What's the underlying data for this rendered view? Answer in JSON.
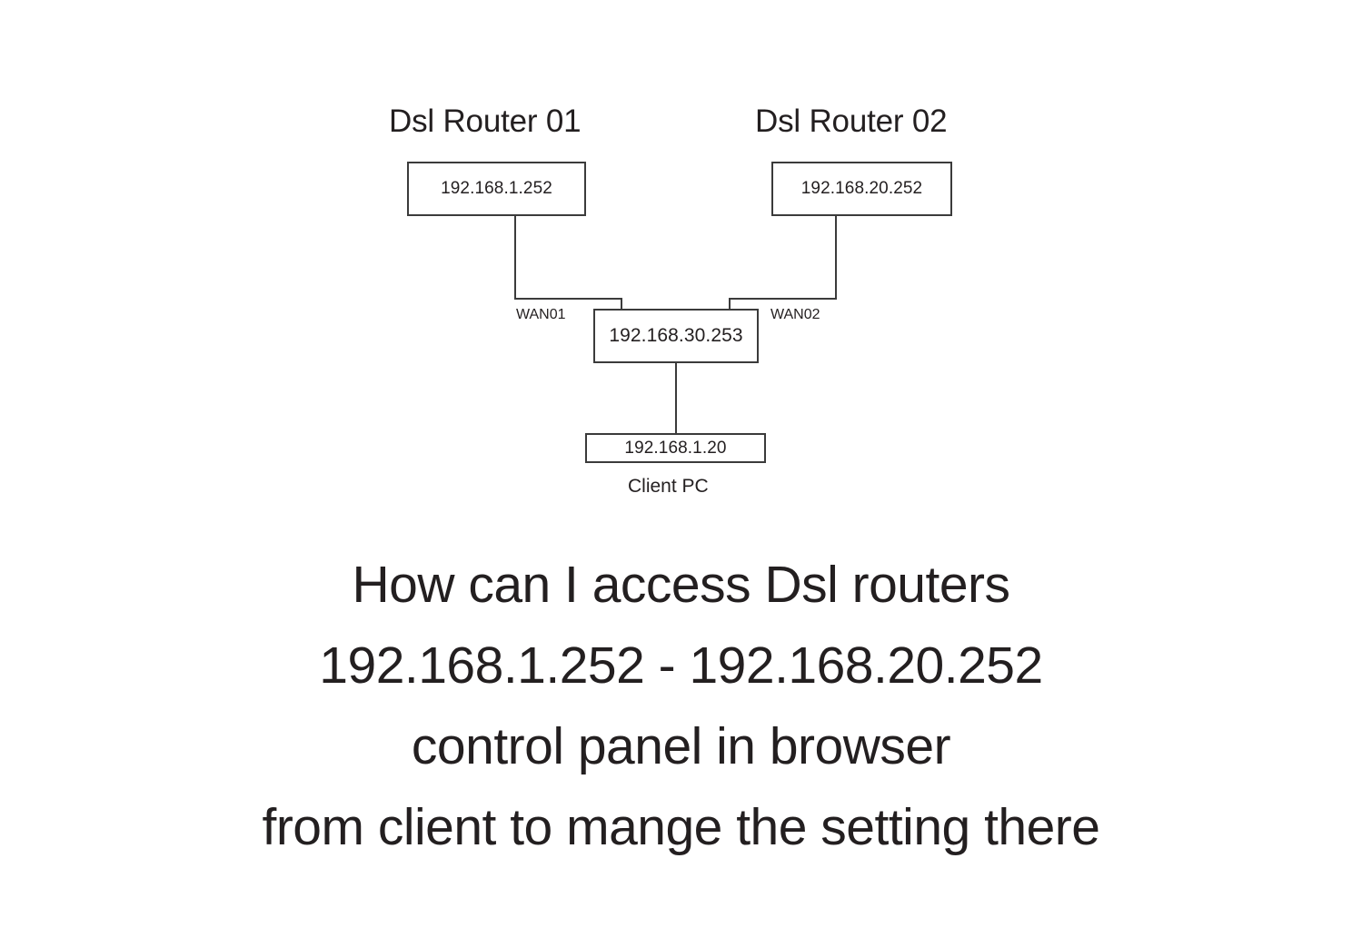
{
  "diagram": {
    "title_left": "Dsl Router 01",
    "title_right": "Dsl Router 02",
    "routers": [
      {
        "id": "router-01",
        "ip": "192.168.1.252",
        "title": "Dsl Router 01"
      },
      {
        "id": "router-02",
        "ip": "192.168.20.252",
        "title": "Dsl Router 02"
      }
    ],
    "gateway": {
      "ip": "192.168.30.253",
      "wan_port_left": "WAN01",
      "wan_port_right": "WAN02"
    },
    "client": {
      "ip": "192.168.1.20",
      "caption": "Client PC"
    }
  },
  "question": {
    "lines": [
      "How can I access Dsl routers",
      "192.168.1.252 - 192.168.20.252",
      "control panel in browser",
      "from client to mange the setting there"
    ]
  },
  "colors": {
    "background": "#ffffff",
    "stroke": "#3b3b3b",
    "text": "#231f20"
  }
}
